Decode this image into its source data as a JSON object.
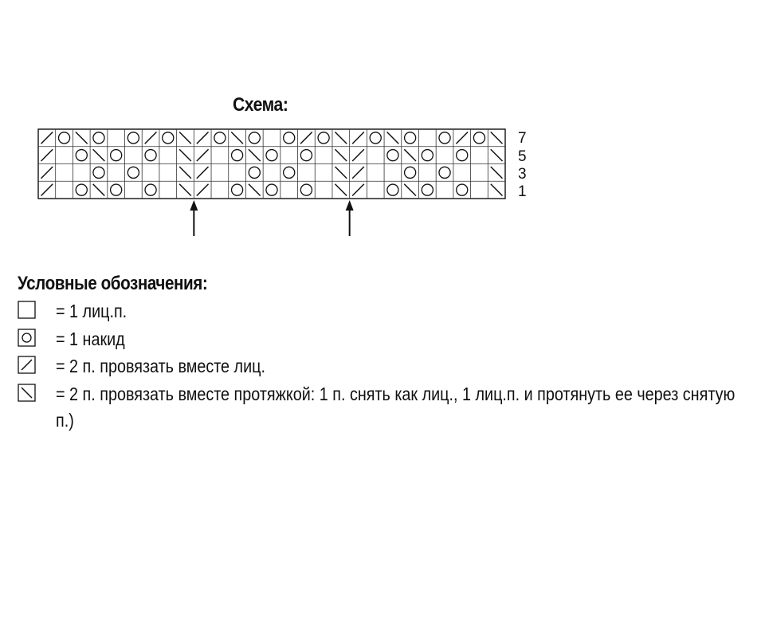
{
  "title": "Схема:",
  "row_numbers": [
    "7",
    "5",
    "3",
    "1"
  ],
  "symbols": {
    "K": "knit",
    "O": "yarn-over",
    "R": "k2tog",
    "L": "ssk"
  },
  "chart_data": {
    "type": "table",
    "columns": 27,
    "rows": [
      {
        "label": "7",
        "cells": [
          "R",
          "O",
          "L",
          "O",
          "K",
          "O",
          "R",
          "O",
          "L",
          "R",
          "O",
          "L",
          "O",
          "K",
          "O",
          "R",
          "O",
          "L",
          "R",
          "O",
          "L",
          "O",
          "K",
          "O",
          "R",
          "O",
          "L"
        ]
      },
      {
        "label": "5",
        "cells": [
          "R",
          "K",
          "O",
          "L",
          "O",
          "K",
          "O",
          "K",
          "L",
          "R",
          "K",
          "O",
          "L",
          "O",
          "K",
          "O",
          "K",
          "L",
          "R",
          "K",
          "O",
          "L",
          "O",
          "K",
          "O",
          "K",
          "L"
        ]
      },
      {
        "label": "3",
        "cells": [
          "R",
          "K",
          "K",
          "O",
          "K",
          "O",
          "K",
          "K",
          "L",
          "R",
          "K",
          "K",
          "O",
          "K",
          "O",
          "K",
          "K",
          "L",
          "R",
          "K",
          "K",
          "O",
          "K",
          "O",
          "K",
          "K",
          "L"
        ]
      },
      {
        "label": "1",
        "cells": [
          "R",
          "K",
          "O",
          "L",
          "O",
          "K",
          "O",
          "K",
          "L",
          "R",
          "K",
          "O",
          "L",
          "O",
          "K",
          "O",
          "K",
          "L",
          "R",
          "K",
          "O",
          "L",
          "O",
          "K",
          "O",
          "K",
          "L"
        ]
      }
    ],
    "markers": [
      "arrow",
      "arrow"
    ]
  },
  "legend": {
    "heading": "Условные обозначения:",
    "items": [
      {
        "symbol": "knit-symbol",
        "text": "= 1 лиц.п."
      },
      {
        "symbol": "yarn-over-symbol",
        "text": "= 1 накид"
      },
      {
        "symbol": "k2tog-symbol",
        "text": "= 2 п. провязать вместе лиц."
      },
      {
        "symbol": "ssk-symbol",
        "text": "= 2 п. провязать вместе протяжкой: 1 п. снять как лиц., 1 лиц.п. и протянуть ее через снятую п.)"
      }
    ]
  }
}
